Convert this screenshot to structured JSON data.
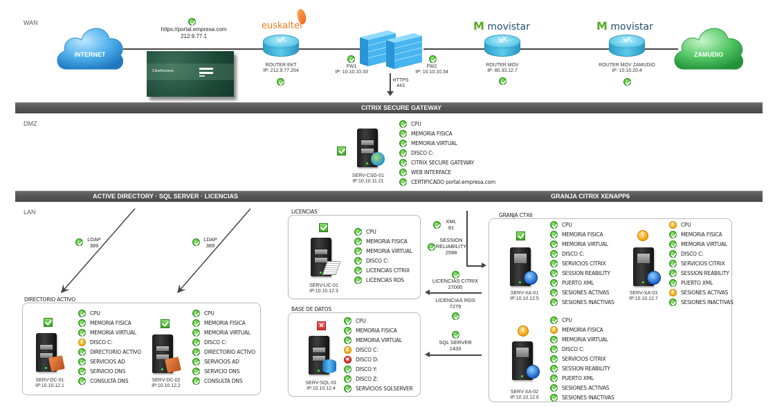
{
  "zones": {
    "wan": "WAN",
    "dmz": "DMZ",
    "lan": "LAN"
  },
  "bars": {
    "gateway": "CITRIX SECURE GATEWAY",
    "lan_left": "ACTIVE DIRECTORY  ·  SQL SERVER  ·  LICENCIAS",
    "lan_right": "GRANJA CITRIX XENAPP6"
  },
  "colors": {
    "ok": "#3bb02a",
    "warning": "#f5b21b",
    "error": "#e03030",
    "bar": "#555555",
    "internet_cloud": "#3aa0e0",
    "zamudio_cloud": "#33b54a",
    "euskaltel_brand": "#f07a1a",
    "movistar_brand": "#5aa82a"
  },
  "wan": {
    "internet_cloud": "INTERNET",
    "zamudio_cloud": "ZAMUDIO",
    "portal": {
      "url": "https://portal.empresa.com",
      "ip": "212.9.77.1",
      "status": "ok",
      "screenshot_brand": "CitrixReceiver"
    },
    "router_ekt": {
      "brand": "euskaltel",
      "name": "ROUTER EKT",
      "ip": "IP: 212.9.77.254",
      "status": "ok"
    },
    "fw1": {
      "name": "FW1",
      "ip": "IP: 10.10.10.33",
      "status": "ok"
    },
    "fw2": {
      "name": "FW2",
      "ip": "IP: 10.10.10.34",
      "status": "ok"
    },
    "https_link": {
      "protocol": "HTTPS",
      "port": "443"
    },
    "router_mov": {
      "brand": "movistar",
      "name": "ROUTER MOV",
      "ip": "IP: 80.33.12.7",
      "status": "ok"
    },
    "router_mov_zamudio": {
      "brand": "movistar",
      "name": "ROUTER MOV ZAMUDIO",
      "ip": "IP: 10.10.20.4",
      "status": "ok"
    }
  },
  "dmz": {
    "server": {
      "name": "SERV-CSG-01",
      "ip": "IP:10.10.11.21",
      "status": "ok",
      "checks": [
        {
          "label": "CPU",
          "status": "ok"
        },
        {
          "label": "MEMORIA FISICA",
          "status": "ok"
        },
        {
          "label": "MEMORIA VIRTUAL",
          "status": "ok"
        },
        {
          "label": "DISCO C:",
          "status": "ok"
        },
        {
          "label": "CITRIX SECURE GATEWAY",
          "status": "ok"
        },
        {
          "label": "WEB INTERFACE",
          "status": "ok"
        },
        {
          "label": "CERTIFICADO portal.empresa.com",
          "status": "ok"
        }
      ]
    }
  },
  "lan": {
    "ldap_links": [
      {
        "protocol": "LDAP",
        "port": "389",
        "status": "ok"
      },
      {
        "protocol": "LDAP",
        "port": "389",
        "status": "ok"
      }
    ],
    "directorio_activo": {
      "title": "DIRECTORIO ACTIVO",
      "servers": [
        {
          "name": "SERV-DC-01",
          "ip": "IP:10.10.12.1",
          "status": "ok",
          "checks": [
            {
              "label": "CPU",
              "status": "ok"
            },
            {
              "label": "MEMORIA FISICA",
              "status": "ok"
            },
            {
              "label": "MEMORIA VIRTUAL",
              "status": "ok"
            },
            {
              "label": "DISCO C:",
              "status": "warn"
            },
            {
              "label": "DIRECTORIO ACTIVO",
              "status": "ok"
            },
            {
              "label": "SERVICIOS AD",
              "status": "ok"
            },
            {
              "label": "SERVICIO DNS",
              "status": "ok"
            },
            {
              "label": "CONSULTA DNS",
              "status": "ok"
            }
          ]
        },
        {
          "name": "SERV-DC-02",
          "ip": "IP:10.10.12.2",
          "status": "ok",
          "checks": [
            {
              "label": "CPU",
              "status": "ok"
            },
            {
              "label": "MEMORIA FISICA",
              "status": "ok"
            },
            {
              "label": "MEMORIA VIRTUAL",
              "status": "ok"
            },
            {
              "label": "DISCO C:",
              "status": "ok"
            },
            {
              "label": "DIRECTORIO ACTIVO",
              "status": "ok"
            },
            {
              "label": "SERVICIOS AD",
              "status": "ok"
            },
            {
              "label": "SERVICIO DNS",
              "status": "ok"
            },
            {
              "label": "CONSULTA DNS",
              "status": "ok"
            }
          ]
        }
      ]
    },
    "licencias": {
      "title": "LICENCIAS",
      "server": {
        "name": "SERV-LIC-01",
        "ip": "IP:10.10.12.3",
        "status": "ok",
        "checks": [
          {
            "label": "CPU",
            "status": "ok"
          },
          {
            "label": "MEMORIA FISICA",
            "status": "ok"
          },
          {
            "label": "MEMORIA VIRTUAL",
            "status": "ok"
          },
          {
            "label": "DISCO C:",
            "status": "ok"
          },
          {
            "label": "LICENCIAS CITRIX",
            "status": "ok"
          },
          {
            "label": "LICENCIAS RDS",
            "status": "ok"
          }
        ]
      }
    },
    "base_de_datos": {
      "title": "BASE DE DATOS",
      "server": {
        "name": "SERV-SQL-01",
        "ip": "IP:10.10.12.4",
        "status": "err",
        "checks": [
          {
            "label": "CPU",
            "status": "ok"
          },
          {
            "label": "MEMORIA FISICA",
            "status": "ok"
          },
          {
            "label": "MEMORIA VIRTUAL",
            "status": "ok"
          },
          {
            "label": "DISCO C:",
            "status": "warn"
          },
          {
            "label": "DISCO D:",
            "status": "err"
          },
          {
            "label": "DISCO Y:",
            "status": "ok"
          },
          {
            "label": "DISCO Z:",
            "status": "ok"
          },
          {
            "label": "SERVICIOS SQLSERVER",
            "status": "ok"
          }
        ]
      }
    },
    "links": {
      "xml": {
        "protocol": "XML",
        "port": "81",
        "status": "ok"
      },
      "session_reliability": {
        "line1": "SESSION",
        "line2": "RELIABILITY",
        "port": "2598",
        "status": "ok"
      },
      "licencias_citrix": {
        "protocol": "LICENCIAS CITRIX",
        "port": "27000",
        "status": "ok"
      },
      "licencias_rds": {
        "protocol": "LICENCIAS RDS",
        "port": "7279",
        "status": "ok"
      },
      "sql_server": {
        "protocol": "SQL SERVER",
        "port": "1433",
        "status": "ok"
      }
    },
    "granja": {
      "title": "GRANJA  CTX6",
      "servers": [
        {
          "name": "SERV-XA-01",
          "ip": "IP:10.10.12.5",
          "status": "ok",
          "checks": [
            {
              "label": "CPU",
              "status": "ok"
            },
            {
              "label": "MEMORIA FISICA",
              "status": "ok"
            },
            {
              "label": "MEMORIA VIRTUAL",
              "status": "ok"
            },
            {
              "label": "DISCO C:",
              "status": "ok"
            },
            {
              "label": "SERVICIOS CITRIX",
              "status": "ok"
            },
            {
              "label": "SESSION REABILITY",
              "status": "ok"
            },
            {
              "label": "PUERTO XML",
              "status": "ok"
            },
            {
              "label": "SESIONES ACTIVAS",
              "status": "ok"
            },
            {
              "label": "SESIONES INACTIVAS",
              "status": "ok"
            }
          ]
        },
        {
          "name": "SERV-XA-03",
          "ip": "IP:10.10.12.7",
          "status": "warn",
          "checks": [
            {
              "label": "CPU",
              "status": "warn"
            },
            {
              "label": "MEMORIA FISICA",
              "status": "ok"
            },
            {
              "label": "MEMORIA VIRTUAL",
              "status": "ok"
            },
            {
              "label": "DISCO C:",
              "status": "ok"
            },
            {
              "label": "SERVICIOS CITRIX",
              "status": "ok"
            },
            {
              "label": "SESSION REABILITY",
              "status": "ok"
            },
            {
              "label": "PUERTO XML",
              "status": "ok"
            },
            {
              "label": "SESIONES ACTIVAS",
              "status": "warn"
            },
            {
              "label": "SESIONES INACTIVAS",
              "status": "ok"
            }
          ]
        },
        {
          "name": "SERV-XA-02",
          "ip": "IP:10.10.12.6",
          "status": "warn",
          "checks": [
            {
              "label": "CPU",
              "status": "ok"
            },
            {
              "label": "MEMORIA FISICA",
              "status": "warn"
            },
            {
              "label": "MEMORIA VIRTUAL",
              "status": "ok"
            },
            {
              "label": "DISCO C:",
              "status": "ok"
            },
            {
              "label": "SERVICIOS CITRIX",
              "status": "ok"
            },
            {
              "label": "SESSION REABILITY",
              "status": "ok"
            },
            {
              "label": "PUERTO XML",
              "status": "ok"
            },
            {
              "label": "SESIONES ACTIVAS",
              "status": "ok"
            },
            {
              "label": "SESIONES INACTIVAS",
              "status": "ok"
            }
          ]
        }
      ]
    }
  }
}
